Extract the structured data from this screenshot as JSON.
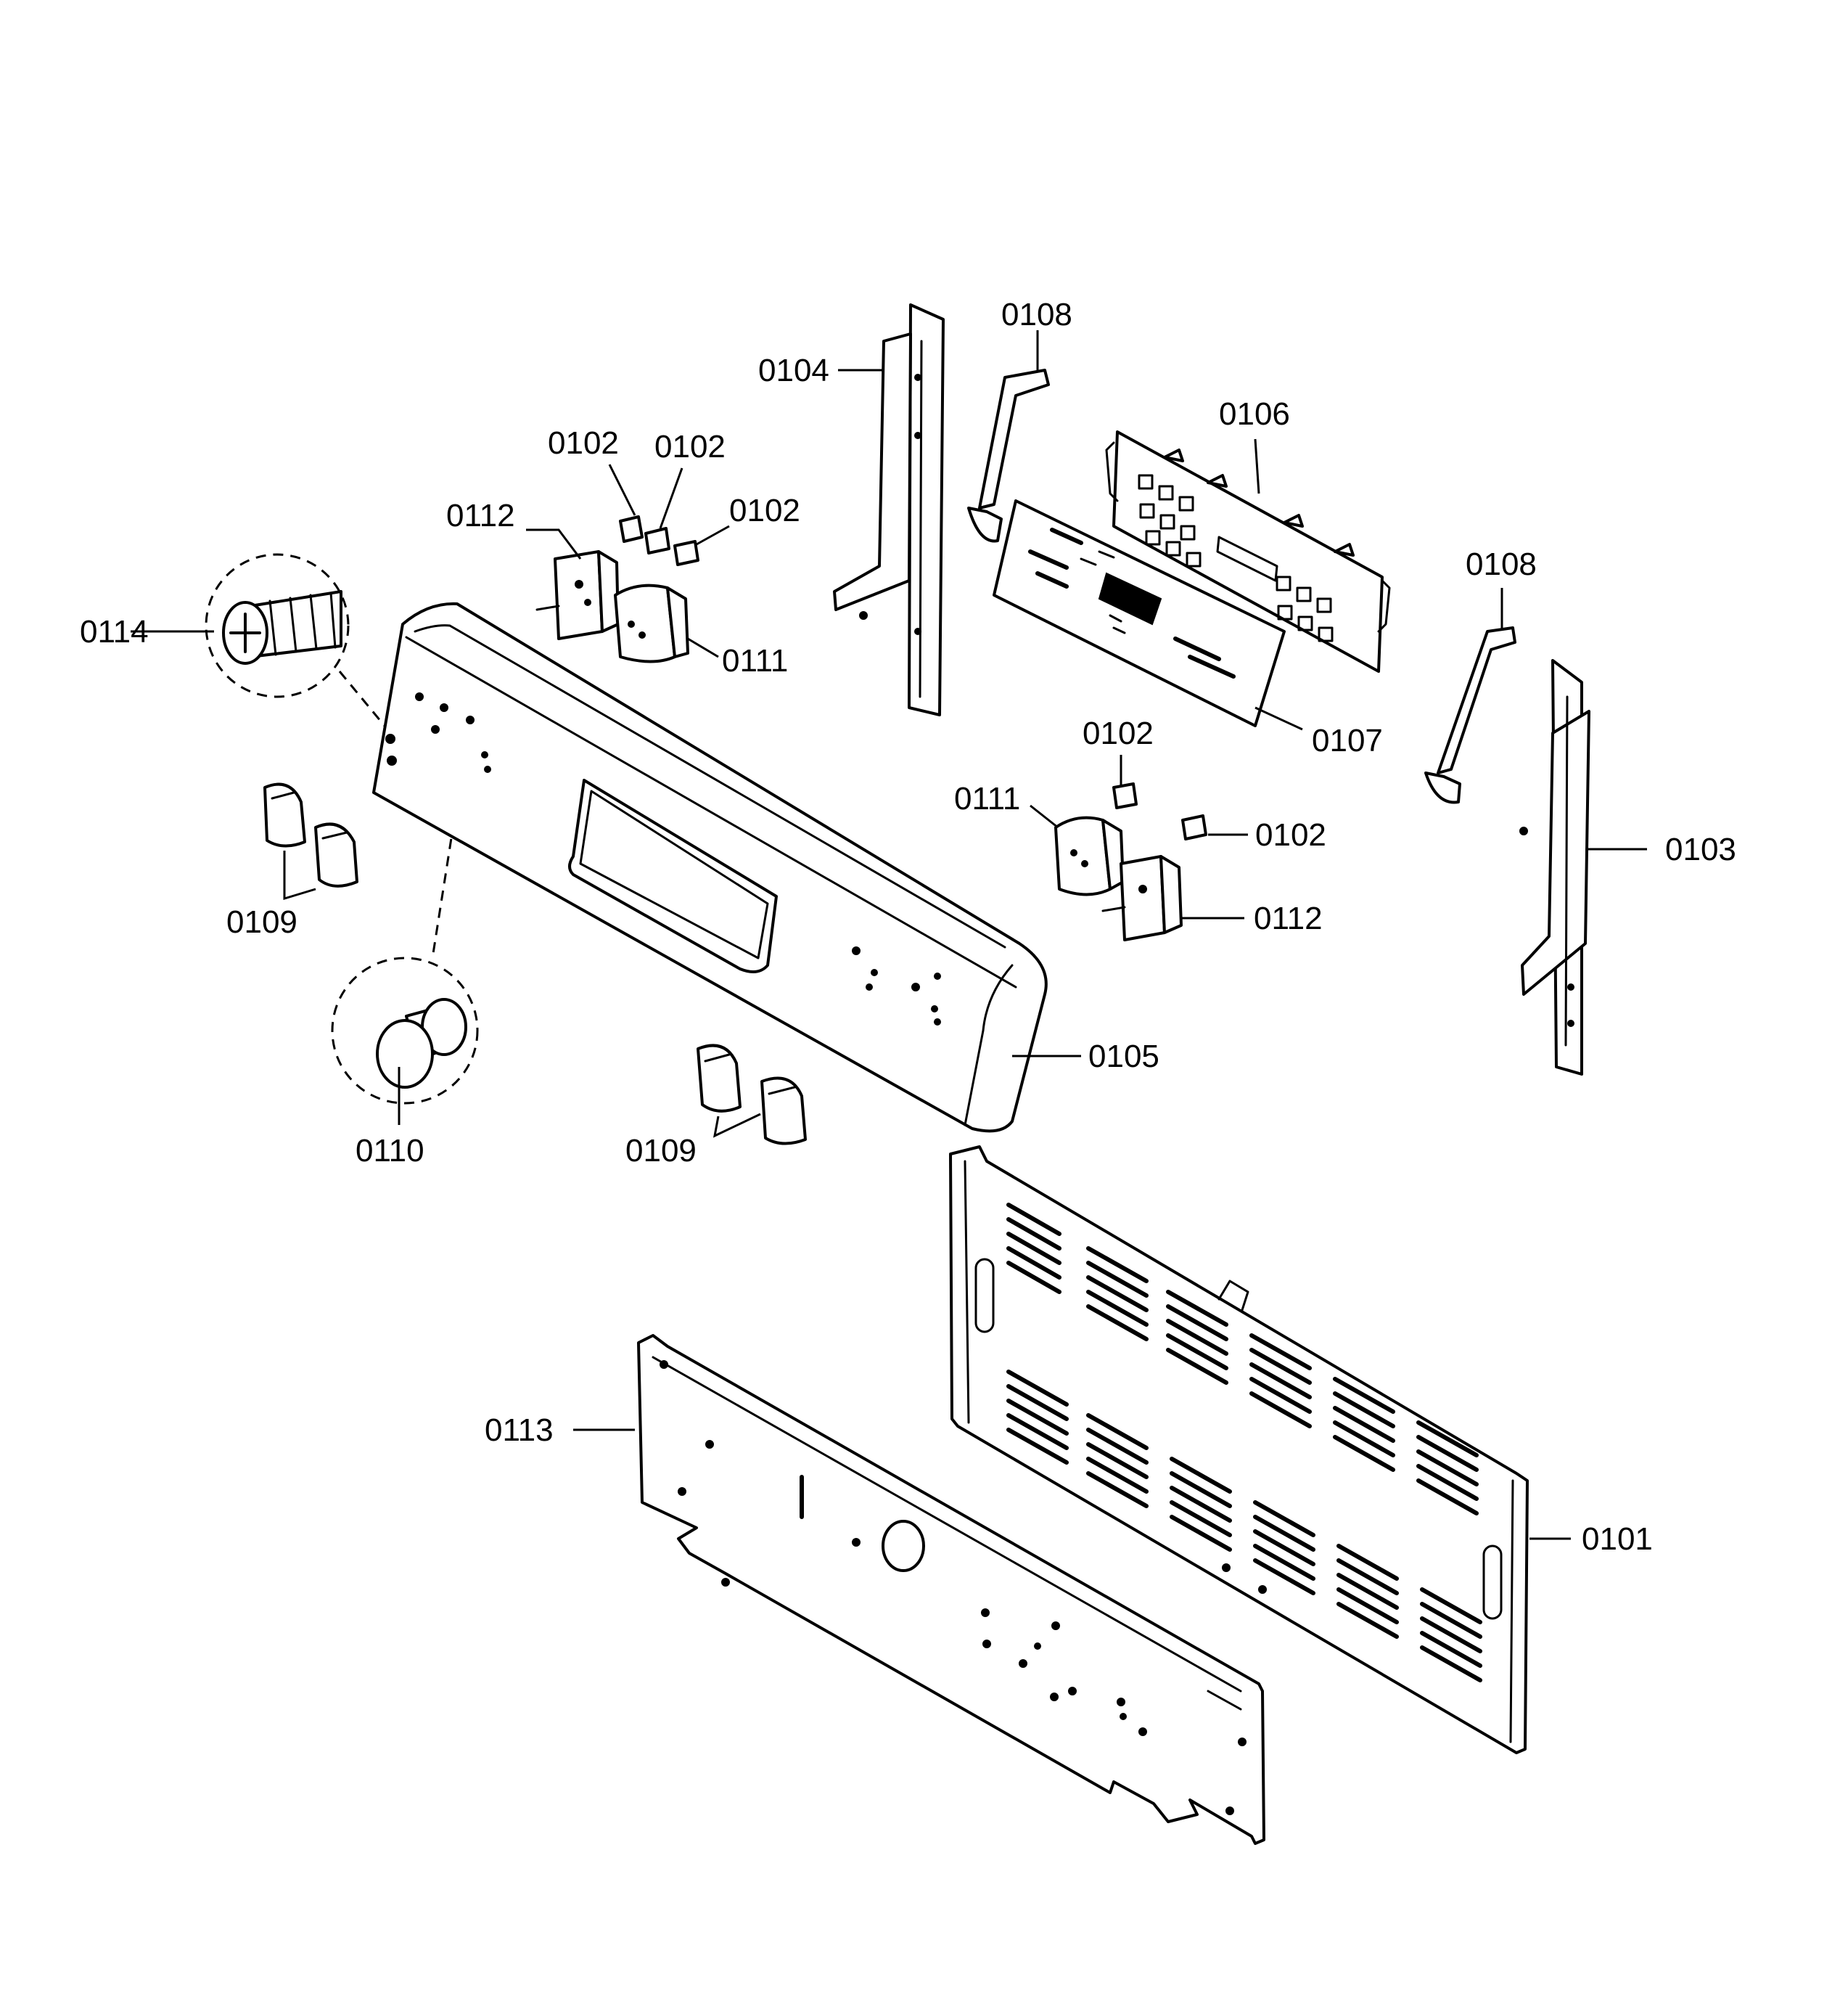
{
  "callouts": {
    "c0101": "0101",
    "c0102_a": "0102",
    "c0102_b": "0102",
    "c0102_c": "0102",
    "c0102_d": "0102",
    "c0102_e": "0102",
    "c0103": "0103",
    "c0104": "0104",
    "c0105": "0105",
    "c0106": "0106",
    "c0107": "0107",
    "c0108_a": "0108",
    "c0108_b": "0108",
    "c0109_a": "0109",
    "c0109_b": "0109",
    "c0110": "0110",
    "c0111_a": "0111",
    "c0111_b": "0111",
    "c0112_a": "0112",
    "c0112_b": "0112",
    "c0113": "0113",
    "c0114": "0114"
  }
}
